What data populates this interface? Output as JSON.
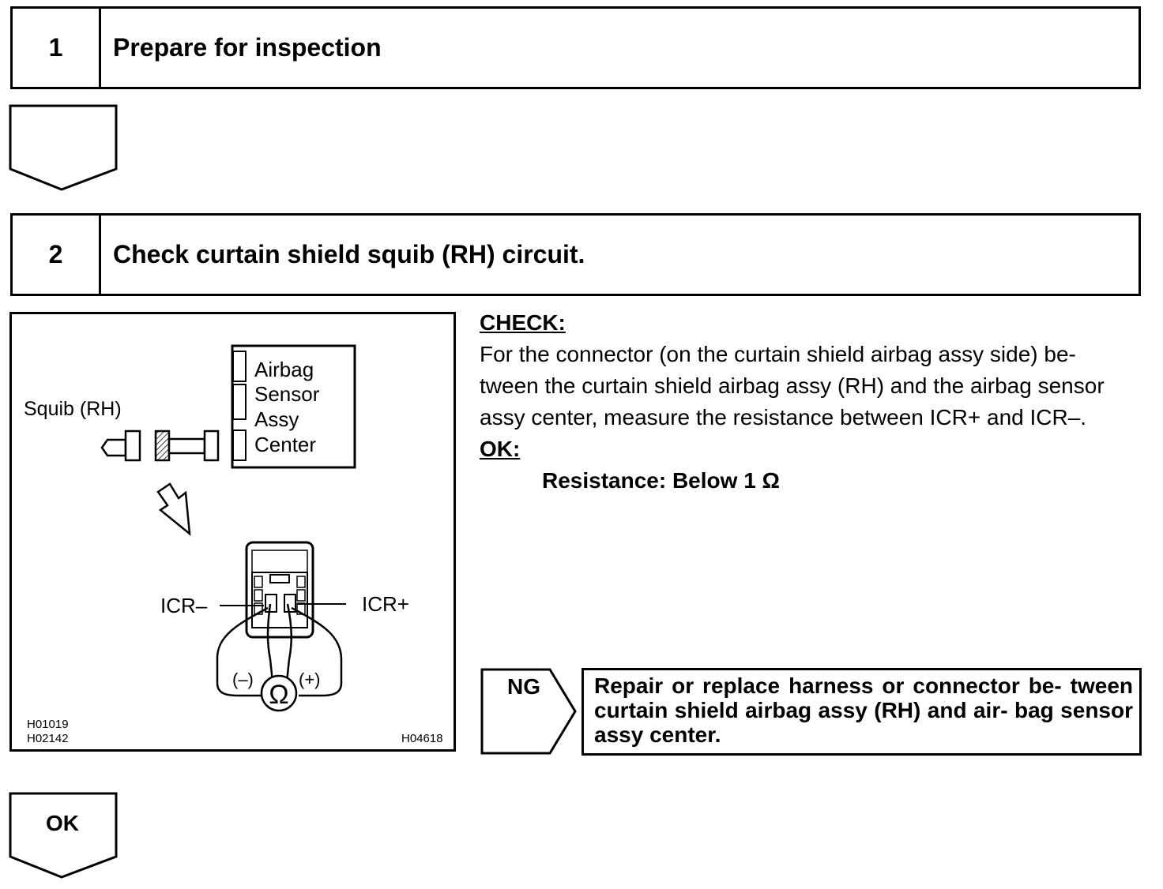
{
  "step1": {
    "number": "1",
    "title": "Prepare for inspection"
  },
  "step2": {
    "number": "2",
    "title": "Check curtain shield squib (RH) circuit."
  },
  "diagram": {
    "squib_label": "Squib (RH)",
    "ecu_label_lines": [
      "Airbag",
      "Sensor",
      "Assy",
      "Center"
    ],
    "icr_minus": "ICR–",
    "icr_plus": "ICR+",
    "minus_probe": "(–)",
    "plus_probe": "(+)",
    "ohm_symbol": "Ω",
    "ref_codes_left": [
      "H01019",
      "H02142"
    ],
    "ref_code_right": "H04618"
  },
  "check": {
    "heading": "CHECK:",
    "body_lines": [
      "For the connector (on the curtain shield airbag assy side) be-",
      "tween the curtain shield airbag assy (RH) and the airbag sensor",
      "assy center, measure the resistance between ICR+ and ICR–."
    ],
    "ok_heading": "OK:",
    "ok_value": "Resistance: Below 1 Ω"
  },
  "ng": {
    "label": "NG",
    "text": "Repair or replace harness or connector be- tween curtain shield airbag assy (RH) and air- bag sensor assy center."
  },
  "ok_label": "OK"
}
